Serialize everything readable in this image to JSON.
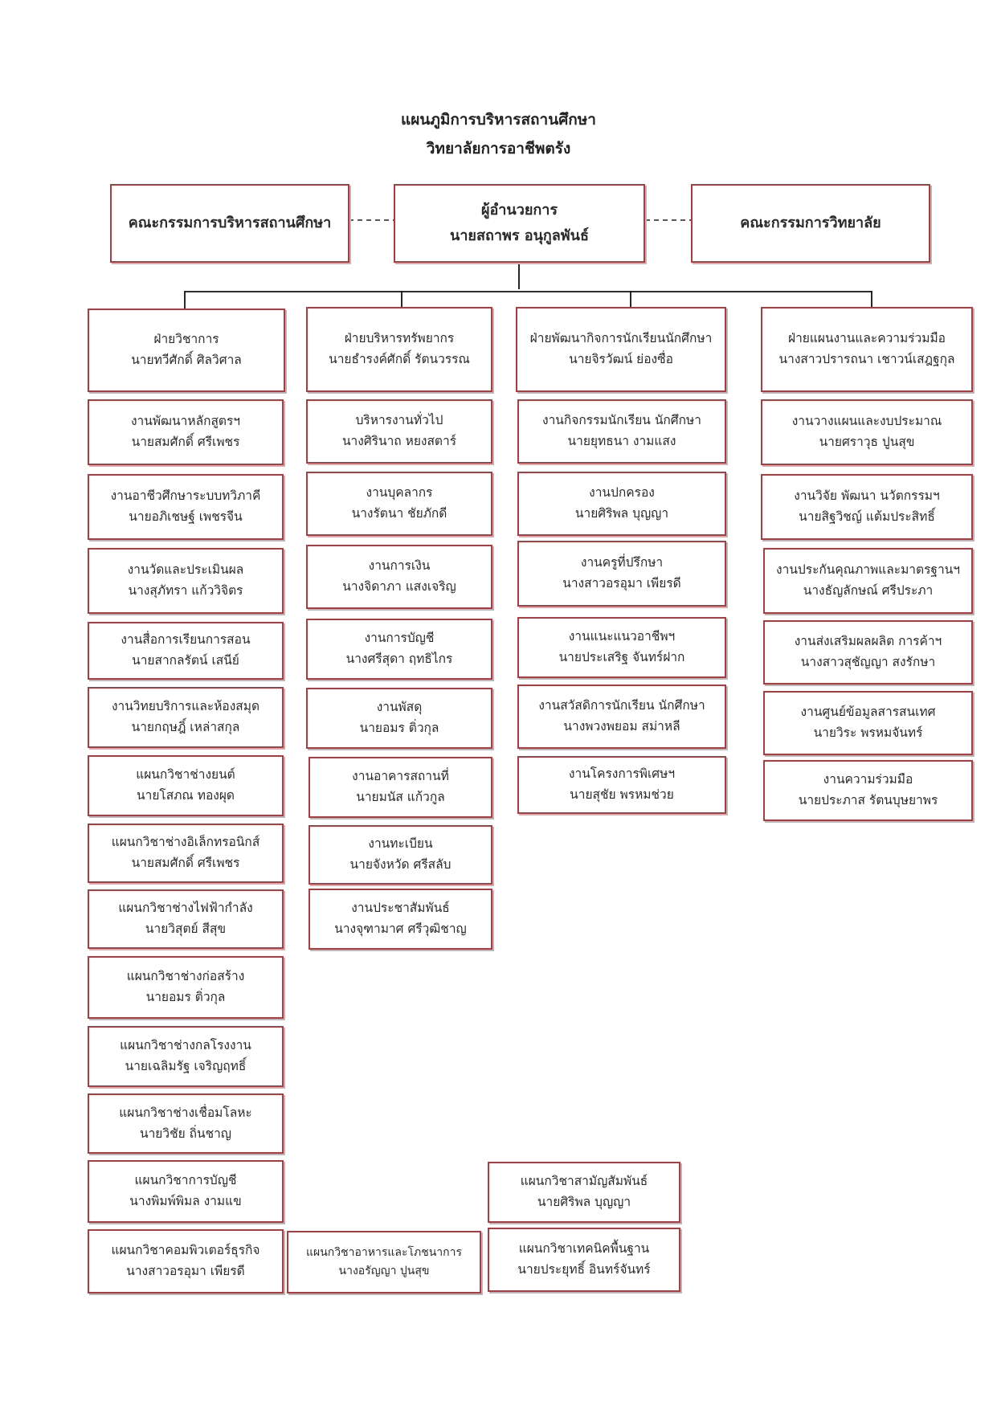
{
  "header": {
    "line1": "แผนภูมิการบริหารสถานศึกษา",
    "line2": "วิทยาลัยการอาชีพตรัง"
  },
  "top": {
    "left": {
      "title": "คณะกรรมการบริหารสถานศึกษา"
    },
    "director": {
      "title": "ผู้อำนวยการ",
      "name": "นายสถาพร  อนุกูลพันธ์"
    },
    "right": {
      "title": "คณะกรรมการวิทยาลัย"
    }
  },
  "divisions": [
    {
      "head": {
        "title": "ฝ่ายวิชาการ",
        "name": "นายทวีศักดิ์ ศิลวิศาล"
      },
      "units": [
        {
          "title": "งานพัฒนาหลักสูตรฯ",
          "name": "นายสมศักดิ์  ศรีเพชร"
        },
        {
          "title": "งานอาชีวศึกษาระบบทวิภาคี",
          "name": "นายอภิเชษฐ์  เพชรจีน"
        },
        {
          "title": "งานวัดและประเมินผล",
          "name": "นางสุภัทรา  แก้ววิจิตร"
        },
        {
          "title": "งานสื่อการเรียนการสอน",
          "name": "นายสากลรัตน์  เสนีย์"
        },
        {
          "title": "งานวิทยบริการและห้องสมุด",
          "name": "นายกฤษฎิ์  เหล่าสกุล"
        },
        {
          "title": "แผนกวิชาช่างยนต์",
          "name": "นายโสภณ  ทองผุด"
        },
        {
          "title": "แผนกวิชาช่างอิเล็กทรอนิกส์",
          "name": "นายสมศักดิ์  ศรีเพชร"
        },
        {
          "title": "แผนกวิชาช่างไฟฟ้ากำลัง",
          "name": "นายวิสุตย์  สีสุข"
        },
        {
          "title": "แผนกวิชาช่างก่อสร้าง",
          "name": "นายอมร ติ่วกุล"
        },
        {
          "title": "แผนกวิชาช่างกลโรงงาน",
          "name": "นายเฉลิมรัฐ เจริญฤทธิ์"
        },
        {
          "title": "แผนกวิชาช่างเชื่อมโลหะ",
          "name": "นายวิชัย  ถิ่นชาญ"
        },
        {
          "title": "แผนกวิชาการบัญชี",
          "name": "นางพิมพ์พิมล  งามแข"
        },
        {
          "title": "แผนกวิชาคอมพิวเตอร์ธุรกิจ",
          "name": "นางสาวอรอุมา  เพียรดี"
        }
      ]
    },
    {
      "head": {
        "title": "ฝ่ายบริหารทรัพยากร",
        "name": "นายธำรงค์ศักดิ์  รัตนวรรณ"
      },
      "units": [
        {
          "title": "บริหารงานทั่วไป",
          "name": "นางศิรินาถ  หยงสตาร์"
        },
        {
          "title": "งานบุคลากร",
          "name": "นางรัตนา  ชัยภักดี"
        },
        {
          "title": "งานการเงิน",
          "name": "นางจิดาภา  แสงเจริญ"
        },
        {
          "title": "งานการบัญชี",
          "name": "นางศรีสุดา  ฤทธิไกร"
        },
        {
          "title": "งานพัสดุ",
          "name": "นายอมร  ติ่วกุล"
        },
        {
          "title": "งานอาคารสถานที่",
          "name": "นายมนัส  แก้วกูล"
        },
        {
          "title": "งานทะเบียน",
          "name": "นายจังหวัด  ศรีสลับ"
        },
        {
          "title": "งานประชาสัมพันธ์",
          "name": "นางจุฑามาศ  ศรีวุฒิชาญ"
        },
        {
          "title": "แผนกวิชาอาหารและโภชนาการ",
          "name": "นางอรัญญา  ปูนสุข"
        }
      ]
    },
    {
      "head": {
        "title": "ฝ่ายพัฒนากิจการนักเรียนนักศึกษา",
        "name": "นายจิรวัฒน์ ย่องซื่อ"
      },
      "units": [
        {
          "title": "งานกิจกรรมนักเรียน นักศึกษา",
          "name": "นายยุทธนา  งามแสง"
        },
        {
          "title": "งานปกครอง",
          "name": "นายศิริพล  บุญญา"
        },
        {
          "title": "งานครูที่ปรึกษา",
          "name": "นางสาวอรอุมา  เพียรดี"
        },
        {
          "title": "งานแนะแนวอาชีพฯ",
          "name": "นายประเสริฐ  จันทร์ฝาก"
        },
        {
          "title": "งานสวัสดิการนักเรียน นักศึกษา",
          "name": "นางพวงพยอม  สม่าหลี"
        },
        {
          "title": "งานโครงการพิเศษฯ",
          "name": "นายสุชัย  พรหมช่วย"
        },
        {
          "title": "แผนกวิชาสามัญสัมพันธ์",
          "name": "นายศิริพล  บุญญา"
        },
        {
          "title": "แผนกวิชาเทคนิคพื้นฐาน",
          "name": "นายประยุทธิ์  อินทร์จันทร์"
        }
      ]
    },
    {
      "head": {
        "title": "ฝ่ายแผนงานและความร่วมมือ",
        "name": "นางสาวปรารถนา  เชาวน์เสฎฐกุล"
      },
      "units": [
        {
          "title": "งานวางแผนและงบประมาณ",
          "name": "นายศราวุธ  ปูนสุข"
        },
        {
          "title": "งานวิจัย พัฒนา นวัตกรรมฯ",
          "name": "นายสิฐวิชญ์  แต้มประสิทธิ์"
        },
        {
          "title": "งานประกันคุณภาพและมาตรฐานฯ",
          "name": "นางธัญลักษณ์  ศรีประภา"
        },
        {
          "title": "งานส่งเสริมผลผลิต การค้าฯ",
          "name": "นางสาวสุชัญญา  สงรักษา"
        },
        {
          "title": "งานศูนย์ข้อมูลสารสนเทศ",
          "name": "นายวิระ  พรหมจันทร์"
        },
        {
          "title": "งานความร่วมมือ",
          "name": "นายประภาส  รัตนบุษยาพร"
        }
      ]
    }
  ]
}
